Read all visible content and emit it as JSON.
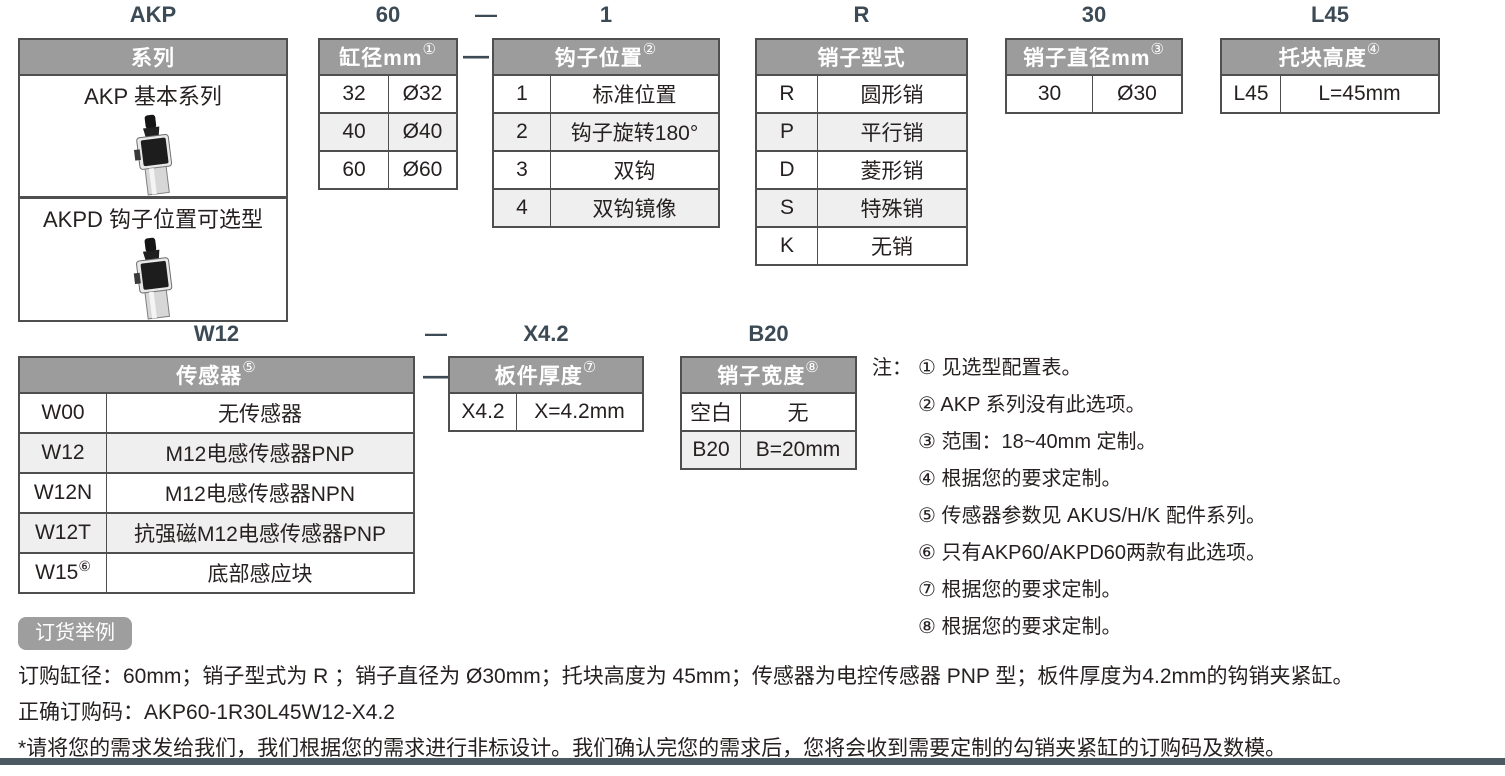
{
  "colors": {
    "header_bar": "#9c9c9c",
    "row_shade": "#efefef",
    "code_text": "#3b4a54",
    "bottom_bar": "#4b5a62"
  },
  "codes_row1": {
    "series": "AKP",
    "bore": "60",
    "dash": "—",
    "hook_position": "1",
    "pin_type": "R",
    "pin_diameter": "30",
    "block_height": "L45"
  },
  "codes_row2": {
    "sensor": "W12",
    "dash": "—",
    "plate_thickness": "X4.2",
    "pin_width": "B20"
  },
  "series_table": {
    "title": "系列",
    "items": [
      {
        "label": "AKP 基本系列"
      },
      {
        "label": "AKPD 钩子位置可选型"
      }
    ]
  },
  "bore_table": {
    "title": "缸径mm",
    "sup": "①",
    "rows": [
      {
        "code": "32",
        "desc": "Ø32"
      },
      {
        "code": "40",
        "desc": "Ø40"
      },
      {
        "code": "60",
        "desc": "Ø60"
      }
    ]
  },
  "hook_table": {
    "title": "钩子位置",
    "sup": "②",
    "rows": [
      {
        "code": "1",
        "desc": "标准位置"
      },
      {
        "code": "2",
        "desc": "钩子旋转180°"
      },
      {
        "code": "3",
        "desc": "双钩"
      },
      {
        "code": "4",
        "desc": "双钩镜像"
      }
    ]
  },
  "pin_type_table": {
    "title": "销子型式",
    "sup": "",
    "rows": [
      {
        "code": "R",
        "desc": "圆形销"
      },
      {
        "code": "P",
        "desc": "平行销"
      },
      {
        "code": "D",
        "desc": "菱形销"
      },
      {
        "code": "S",
        "desc": "特殊销"
      },
      {
        "code": "K",
        "desc": "无销"
      }
    ]
  },
  "pin_dia_table": {
    "title": "销子直径mm",
    "sup": "③",
    "rows": [
      {
        "code": "30",
        "desc": "Ø30"
      }
    ]
  },
  "block_table": {
    "title": "托块高度",
    "sup": "④",
    "rows": [
      {
        "code": "L45",
        "desc": "L=45mm"
      }
    ]
  },
  "sensor_table": {
    "title": "传感器",
    "sup": "⑤",
    "rows": [
      {
        "code": "W00",
        "code_sup": "",
        "desc": "无传感器"
      },
      {
        "code": "W12",
        "code_sup": "",
        "desc": "M12电感传感器PNP"
      },
      {
        "code": "W12N",
        "code_sup": "",
        "desc": "M12电感传感器NPN"
      },
      {
        "code": "W12T",
        "code_sup": "",
        "desc": "抗强磁M12电感传感器PNP"
      },
      {
        "code": "W15",
        "code_sup": "⑥",
        "desc": "底部感应块"
      }
    ]
  },
  "plate_table": {
    "title": "板件厚度",
    "sup": "⑦",
    "rows": [
      {
        "code": "X4.2",
        "desc": "X=4.2mm"
      }
    ]
  },
  "pin_width_table": {
    "title": "销子宽度",
    "sup": "⑧",
    "rows": [
      {
        "code": "空白",
        "desc": "无"
      },
      {
        "code": "B20",
        "desc": "B=20mm"
      }
    ]
  },
  "notes": {
    "prefix": "注：",
    "items": [
      "① 见选型配置表。",
      "② AKP 系列没有此选项。",
      "③ 范围：18~40mm 定制。",
      "④ 根据您的要求定制。",
      "⑤ 传感器参数见 AKUS/H/K 配件系列。",
      "⑥ 只有AKP60/AKPD60两款有此选项。",
      "⑦ 根据您的要求定制。",
      "⑧ 根据您的要求定制。"
    ]
  },
  "order_example": {
    "badge": "订货举例",
    "description": "订购缸径：60mm；销子型式为 R ；销子直径为 Ø30mm；托块高度为 45mm；传感器为电控传感器 PNP 型；板件厚度为4.2mm的钩销夹紧缸。",
    "order_code_line": "正确订购码：AKP60-1R30L45W12-X4.2",
    "footnote": "*请将您的需求发给我们，我们根据您的需求进行非标设计。我们确认完您的需求后，您将会收到需要定制的勾销夹紧缸的订购码及数模。"
  }
}
